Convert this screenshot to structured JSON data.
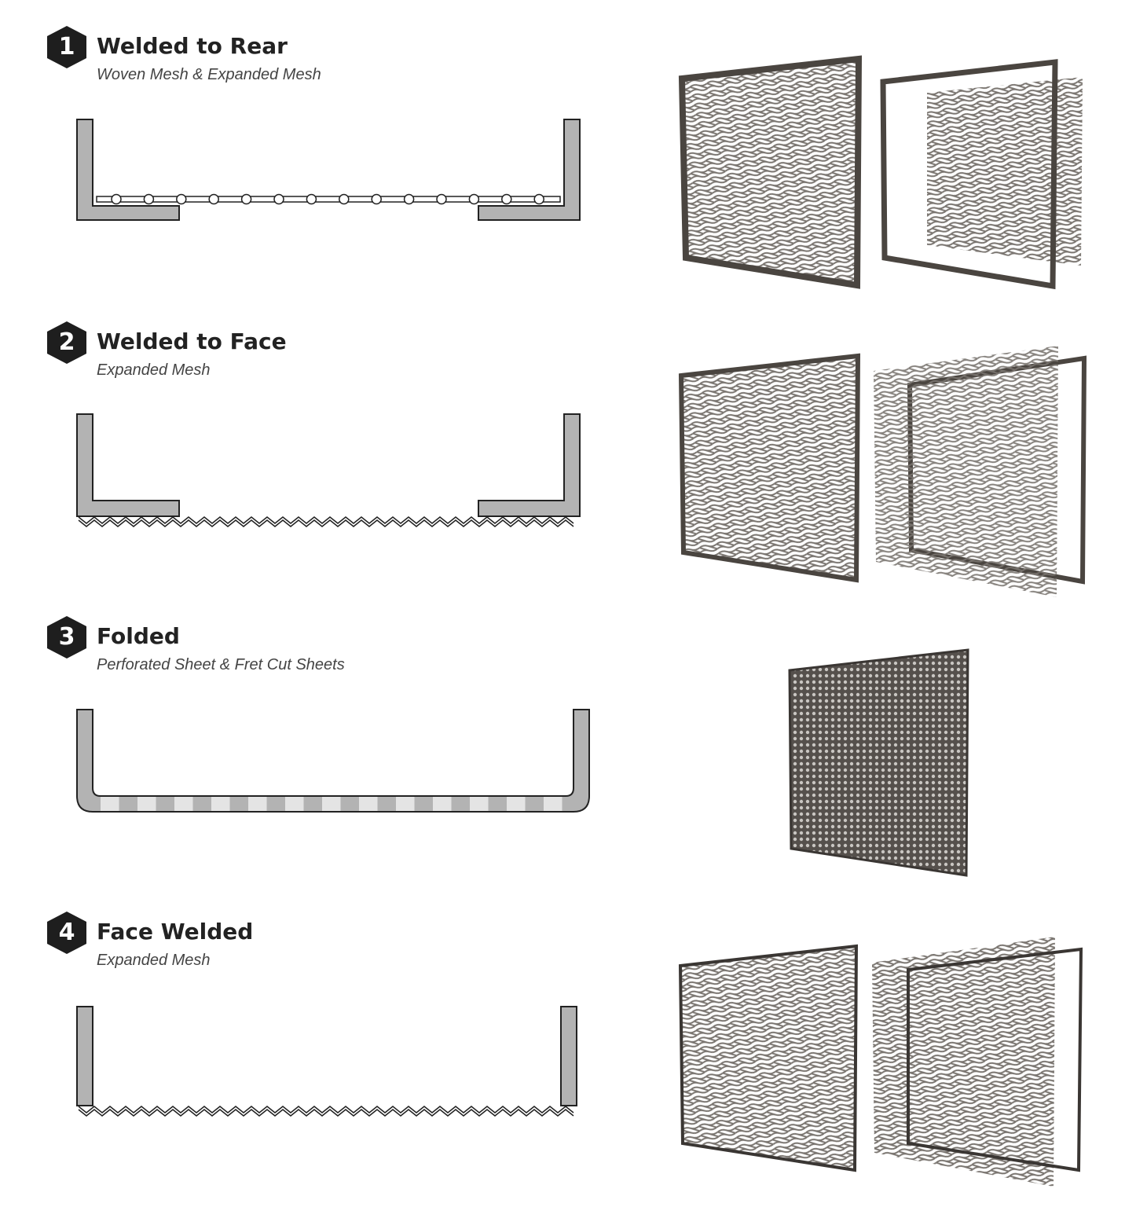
{
  "sections": [
    {
      "number": "1",
      "title": "Welded to Rear",
      "subtitle": "Woven Mesh & Expanded Mesh"
    },
    {
      "number": "2",
      "title": "Welded to Face",
      "subtitle": "Expanded Mesh"
    },
    {
      "number": "3",
      "title": "Folded",
      "subtitle": "Perforated Sheet & Fret Cut Sheets"
    },
    {
      "number": "4",
      "title": "Face Welded",
      "subtitle": "Expanded Mesh"
    }
  ],
  "colors": {
    "badge": "#1e1e1e",
    "profile": "#b3b3b3",
    "frame": "#4a4540",
    "mesh": "#7a7570",
    "perforated": "#55504c"
  }
}
